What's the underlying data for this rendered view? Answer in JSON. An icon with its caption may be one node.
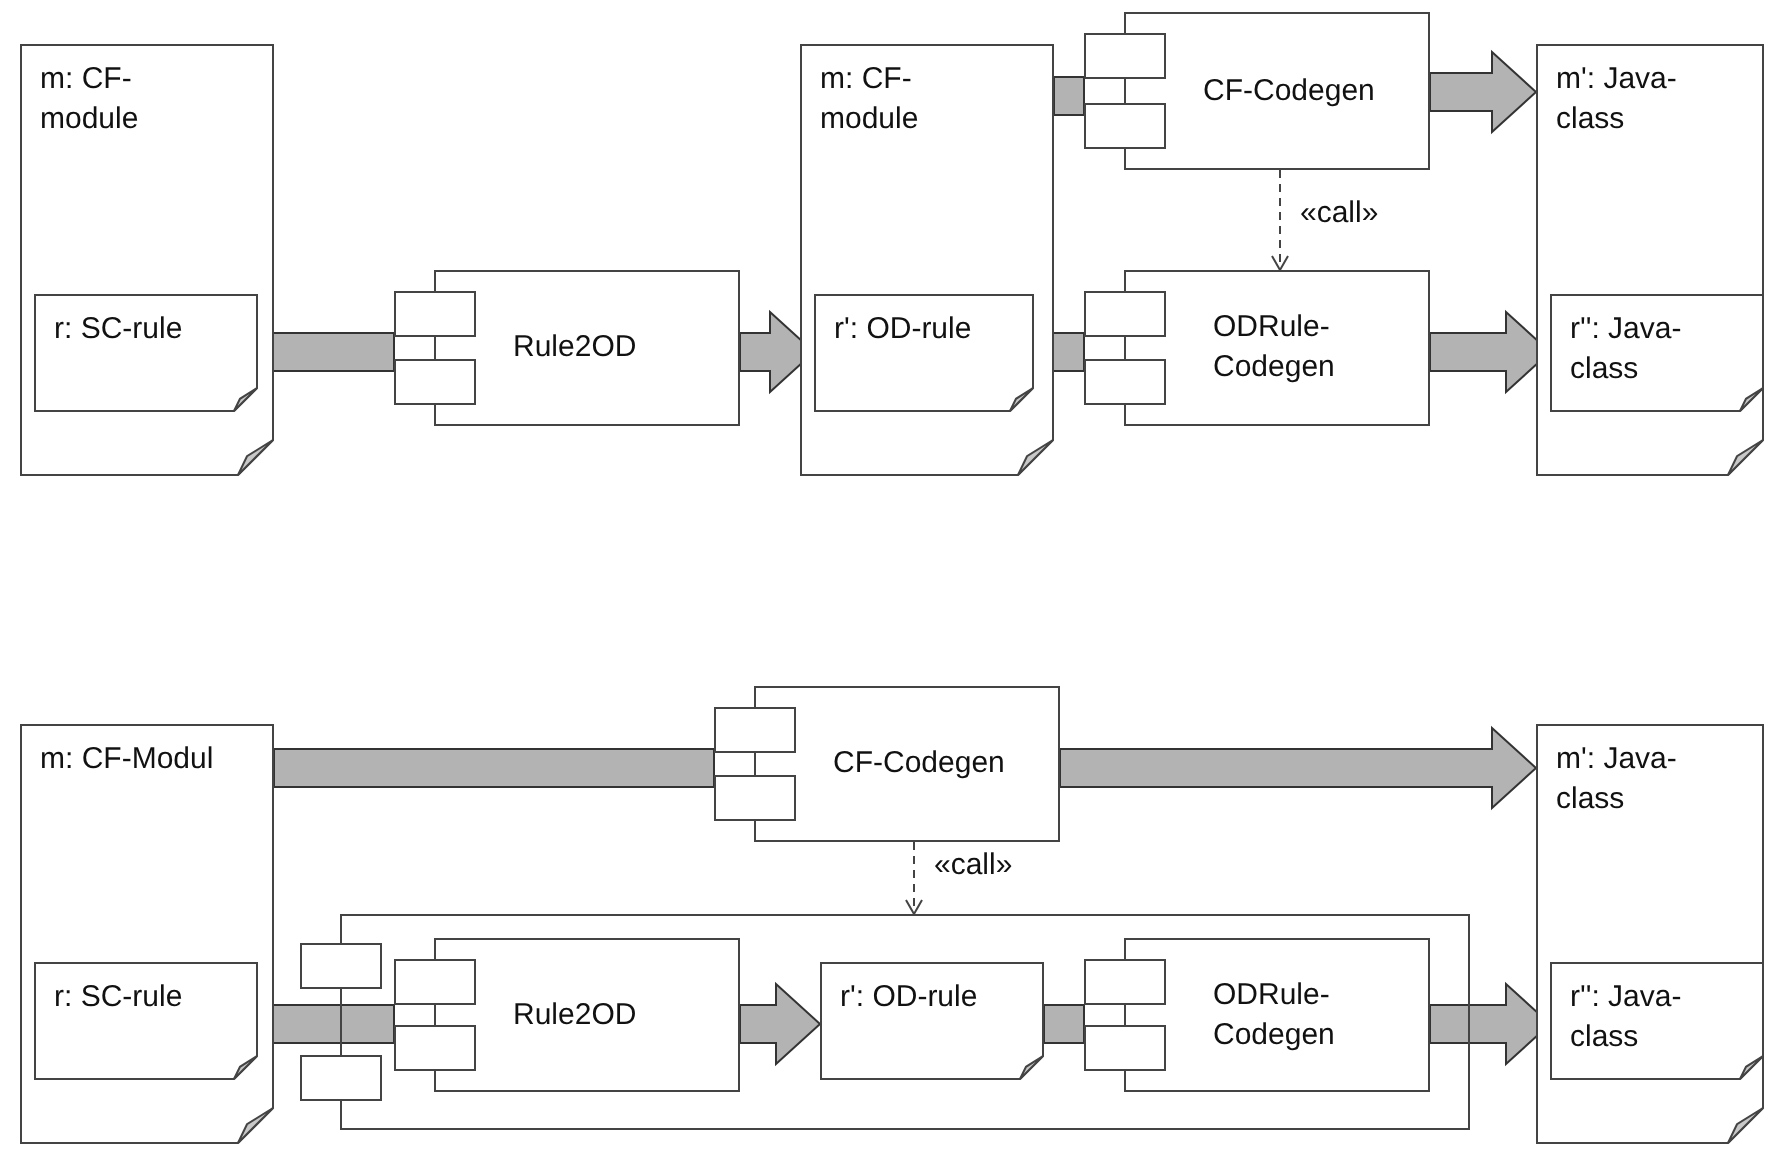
{
  "diagram": {
    "nodes": [
      {
        "text": [
          "m: CF-module"
        ]
      },
      {
        "text": [
          "r: SC-rule"
        ],
        "in": 0
      },
      {
        "text": [
          "Rule2OD"
        ]
      },
      {
        "text": [
          "m: CF-module"
        ]
      },
      {
        "text": [
          "r': OD-rule"
        ],
        "in": 3
      },
      {
        "text": [
          "CF-Codegen"
        ]
      },
      {
        "text": [
          "ODRule-Codegen"
        ]
      },
      {
        "text": [
          "m': Java-class"
        ]
      },
      {
        "text": [
          "r'': Java-class"
        ],
        "in": 7
      },
      {
        "text": [
          "m: CF-Modul"
        ]
      },
      {
        "text": [
          "r: SC-rule"
        ],
        "in": 9
      },
      {
        "text": [
          "CF-Codegen"
        ]
      },
      {
        "text": [],
        "shape": "box"
      },
      {
        "text": [
          "Rule2OD"
        ],
        "in": 12
      },
      {
        "text": [
          "r': OD-rule"
        ],
        "in": 12
      },
      {
        "text": [
          "ODRule-Codegen"
        ],
        "in": 12
      },
      {
        "text": [
          "m': Java-class"
        ]
      },
      {
        "text": [
          "r'': Java-class"
        ],
        "in": 16
      }
    ],
    "edges": [
      {
        "from": 1,
        "to": 2,
        "arrow": "none",
        "style": "thick"
      },
      {
        "from": 2,
        "to": 4,
        "arrow": "to",
        "style": "thick"
      },
      {
        "from": 3,
        "to": 5,
        "arrow": "none",
        "style": "thick"
      },
      {
        "from": 4,
        "to": 6,
        "arrow": "none",
        "style": "thick"
      },
      {
        "from": 5,
        "to": 7,
        "arrow": "to",
        "style": "thick"
      },
      {
        "from": 6,
        "to": 8,
        "arrow": "to",
        "style": "thick"
      },
      {
        "from": 5,
        "to": 6,
        "arrow": "to",
        "style": "dashed",
        "label": "«call»"
      },
      {
        "from": 9,
        "to": 11,
        "arrow": "none",
        "style": "thick"
      },
      {
        "from": 11,
        "to": 16,
        "arrow": "to",
        "style": "thick"
      },
      {
        "from": 11,
        "to": 12,
        "arrow": "to",
        "style": "dashed",
        "label": "«call»"
      },
      {
        "from": 10,
        "to": 13,
        "arrow": "none",
        "style": "thick"
      },
      {
        "from": 13,
        "to": 14,
        "arrow": "to",
        "style": "thick"
      },
      {
        "from": 14,
        "to": 15,
        "arrow": "none",
        "style": "thick"
      },
      {
        "from": 15,
        "to": 17,
        "arrow": "to",
        "style": "thick"
      }
    ]
  }
}
